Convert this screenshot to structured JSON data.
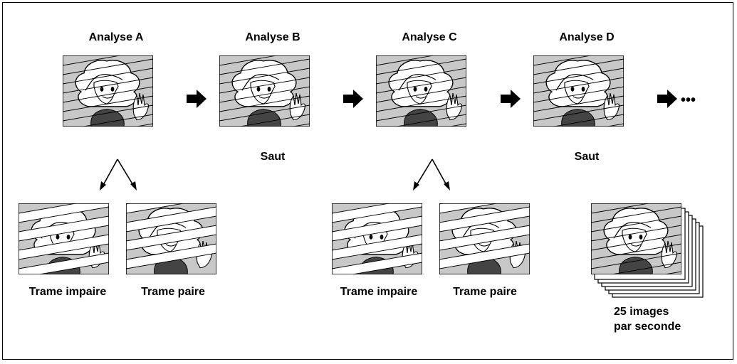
{
  "analyses": [
    {
      "title": "Analyse A",
      "note": ""
    },
    {
      "title": "Analyse B",
      "note": "Saut"
    },
    {
      "title": "Analyse C",
      "note": ""
    },
    {
      "title": "Analyse D",
      "note": "Saut"
    }
  ],
  "fields": {
    "odd": "Trame impaire",
    "even": "Trame paire"
  },
  "rate": {
    "line1": "25 images",
    "line2": "par seconde"
  },
  "continuation": "•••",
  "colors": {
    "ink": "#000000",
    "shade": "#c8c8c8",
    "paper": "#ffffff"
  }
}
